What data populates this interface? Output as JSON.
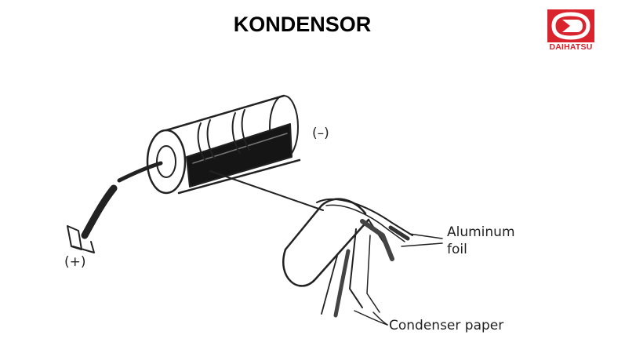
{
  "title": "KONDENSOR",
  "logo": {
    "brand": "DAIHATSU",
    "icon": "daihatsu-logo-mark",
    "color": "#d9232d"
  },
  "labels": {
    "negative": "(–)",
    "positive": "(+)",
    "aluminum_foil_line1": "Aluminum",
    "aluminum_foil_line2": "foil",
    "condenser_paper": "Condenser paper"
  }
}
